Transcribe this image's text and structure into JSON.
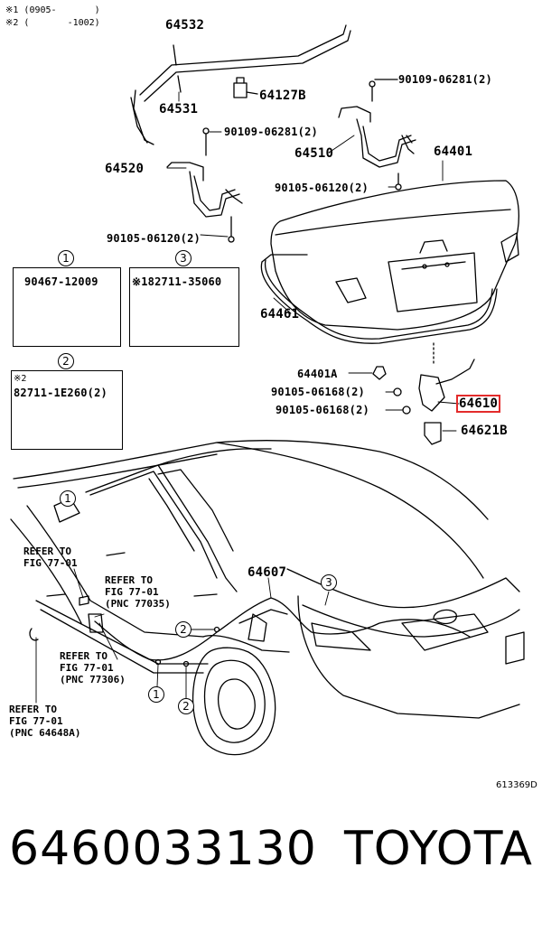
{
  "notes": {
    "note1": "※1 (0905-       )",
    "note2": "※2 (       -1002)"
  },
  "parts": {
    "p64532": "64532",
    "p64531": "64531",
    "p64127b": "64127B",
    "p90109_top": "90109-06281(2)",
    "p90109_left": "90109-06281(2)",
    "p64510": "64510",
    "p64401": "64401",
    "p64520": "64520",
    "p90105_06120_right": "90105-06120(2)",
    "p90105_06120_left": "90105-06120(2)",
    "p64461": "64461",
    "p64401a": "64401A",
    "p90105_06168_a": "90105-06168(2)",
    "p90105_06168_b": "90105-06168(2)",
    "p64610": "64610",
    "p64621b": "64621B",
    "p64607": "64607"
  },
  "callouts": {
    "c1": "1",
    "c2": "2",
    "c3": "3"
  },
  "boxes": {
    "box1_label": "90467-12009",
    "box3_label": "※182711-35060",
    "box2_note": "※2",
    "box2_label": "82711-1E260(2)"
  },
  "refs": {
    "ref1": "REFER TO\nFIG 77-01",
    "ref2": "REFER TO\nFIG 77-01\n(PNC 77035)",
    "ref3": "REFER TO\nFIG 77-01\n(PNC 77306)",
    "ref4": "REFER TO\nFIG 77-01\n(PNC 64648A)"
  },
  "illustration_id": "613369D",
  "footer": {
    "part_number": "6460033130",
    "brand": "TOYOTA"
  },
  "colors": {
    "highlight": "#e32b2b",
    "line": "#000000"
  }
}
